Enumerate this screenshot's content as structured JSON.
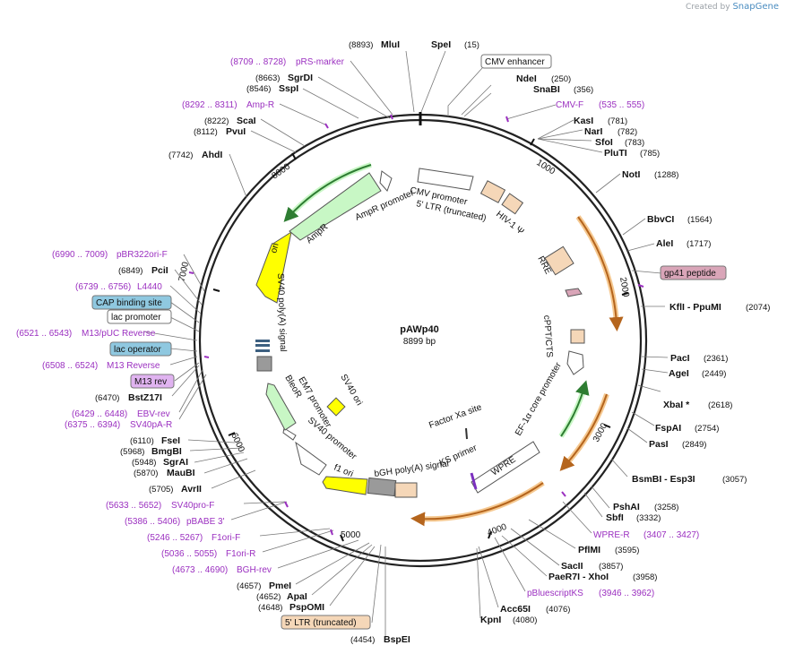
{
  "credit": {
    "prefix": "Created by",
    "brand": "SnapGene"
  },
  "plasmid": {
    "name": "pAWp40",
    "size": "8899 bp"
  },
  "ticks": [
    "1000",
    "2000",
    "3000",
    "4000",
    "5000",
    "6000",
    "7000",
    "8000"
  ],
  "features": [
    {
      "name": "CMV promoter",
      "color": "#ffffff"
    },
    {
      "name": "5' LTR (truncated)",
      "color": "#f5d7b8"
    },
    {
      "name": "HIV-1 Ψ",
      "color": "#f5d7b8"
    },
    {
      "name": "RRE",
      "color": "#f5d7b8"
    },
    {
      "name": "cPPT/CTS",
      "color": "#f5d7b8"
    },
    {
      "name": "EF-1α core promoter",
      "color": "#ffffff"
    },
    {
      "name": "WPRE",
      "color": "#ffffff"
    },
    {
      "name": "KS primer",
      "color": "#7b2fbf"
    },
    {
      "name": "Factor Xa site",
      "color": "#333333"
    },
    {
      "name": "bGH poly(A) signal",
      "color": "#9a9a9a"
    },
    {
      "name": "f1 ori",
      "color": "#ffff00"
    },
    {
      "name": "SV40 promoter",
      "color": "#ffffff"
    },
    {
      "name": "EM7 promoter",
      "color": "#ffffff"
    },
    {
      "name": "BleoR",
      "color": "#c8f7c5"
    },
    {
      "name": "SV40 ori",
      "color": "#ffff00"
    },
    {
      "name": "SV40 poly(A) signal",
      "color": "#9a9a9a"
    },
    {
      "name": "ori",
      "color": "#ffff00"
    },
    {
      "name": "AmpR",
      "color": "#c8f7c5"
    },
    {
      "name": "AmpR promoter",
      "color": "#ffffff"
    }
  ],
  "labels": [
    {
      "pos": "(8893)",
      "name": "MluI"
    },
    {
      "pos": "(15)",
      "name": "SpeI"
    },
    {
      "name": "CMV enhancer"
    },
    {
      "pos": "(250)",
      "name": "NdeI"
    },
    {
      "pos": "(356)",
      "name": "SnaBI"
    },
    {
      "range": "(535 .. 555)",
      "name": "CMV-F"
    },
    {
      "pos": "(781)",
      "name": "KasI"
    },
    {
      "pos": "(782)",
      "name": "NarI"
    },
    {
      "pos": "(783)",
      "name": "SfoI"
    },
    {
      "pos": "(785)",
      "name": "PluTI"
    },
    {
      "pos": "(1288)",
      "name": "NotI"
    },
    {
      "pos": "(1564)",
      "name": "BbvCI"
    },
    {
      "pos": "(1717)",
      "name": "AleI"
    },
    {
      "name": "gp41 peptide"
    },
    {
      "pos": "(2074)",
      "name": "KflI  - PpuMI"
    },
    {
      "pos": "(2361)",
      "name": "PacI"
    },
    {
      "pos": "(2449)",
      "name": "AgeI"
    },
    {
      "pos": "(2618)",
      "name": "XbaI *"
    },
    {
      "pos": "(2754)",
      "name": "FspAI"
    },
    {
      "pos": "(2849)",
      "name": "PasI"
    },
    {
      "pos": "(3057)",
      "name": "BsmBI   - Esp3I"
    },
    {
      "pos": "(3258)",
      "name": "PshAI"
    },
    {
      "pos": "(3332)",
      "name": "SbfI"
    },
    {
      "range": "(3407 .. 3427)",
      "name": "WPRE-R"
    },
    {
      "pos": "(3595)",
      "name": "PflMI"
    },
    {
      "pos": "(3857)",
      "name": "SacII"
    },
    {
      "pos": "(3958)",
      "name": "PaeR7I  - XhoI"
    },
    {
      "range": "(3946 .. 3962)",
      "name": "pBluescriptKS"
    },
    {
      "pos": "(4076)",
      "name": "Acc65I"
    },
    {
      "pos": "(4080)",
      "name": "KpnI"
    },
    {
      "pos": "(4454)",
      "name": "BspEI"
    },
    {
      "name": "5' LTR (truncated)"
    },
    {
      "pos": "(4648)",
      "name": "PspOMI"
    },
    {
      "pos": "(4652)",
      "name": "ApaI"
    },
    {
      "pos": "(4657)",
      "name": "PmeI"
    },
    {
      "range": "(4673 .. 4690)",
      "name": "BGH-rev"
    },
    {
      "range": "(5036 .. 5055)",
      "name": "F1ori-R"
    },
    {
      "range": "(5246 .. 5267)",
      "name": "F1ori-F"
    },
    {
      "range": "(5386 .. 5406)",
      "name": "pBABE 3'"
    },
    {
      "range": "(5633 .. 5652)",
      "name": "SV40pro-F"
    },
    {
      "pos": "(5705)",
      "name": "AvrII"
    },
    {
      "pos": "(5870)",
      "name": "MauBI"
    },
    {
      "pos": "(5948)",
      "name": "SgrAI"
    },
    {
      "pos": "(5968)",
      "name": "BmgBI"
    },
    {
      "pos": "(6110)",
      "name": "FseI"
    },
    {
      "range": "(6375 .. 6394)",
      "name": "SV40pA-R"
    },
    {
      "range": "(6429 .. 6448)",
      "name": "EBV-rev"
    },
    {
      "pos": "(6470)",
      "name": "BstZ17I"
    },
    {
      "name": "M13 rev"
    },
    {
      "range": "(6508 .. 6524)",
      "name": "M13 Reverse"
    },
    {
      "name": "lac operator"
    },
    {
      "range": "(6521 .. 6543)",
      "name": "M13/pUC Reverse"
    },
    {
      "name": "lac promoter"
    },
    {
      "name": "CAP binding site"
    },
    {
      "range": "(6739 .. 6756)",
      "name": "L4440"
    },
    {
      "pos": "(6849)",
      "name": "PciI"
    },
    {
      "range": "(6990 .. 7009)",
      "name": "pBR322ori-F"
    },
    {
      "pos": "(7742)",
      "name": "AhdI"
    },
    {
      "pos": "(8112)",
      "name": "PvuI"
    },
    {
      "pos": "(8222)",
      "name": "ScaI"
    },
    {
      "range": "(8292 .. 8311)",
      "name": "Amp-R"
    },
    {
      "pos": "(8546)",
      "name": "SspI"
    },
    {
      "pos": "(8663)",
      "name": "SgrDI"
    },
    {
      "range": "(8709 .. 8728)",
      "name": "pRS-marker"
    }
  ]
}
